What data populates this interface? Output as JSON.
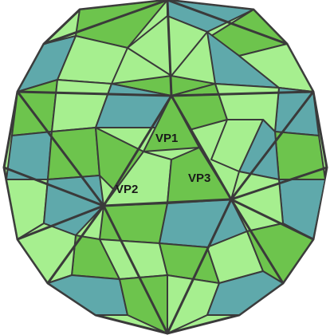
{
  "labels": {
    "vp1": "VP1",
    "vp2": "VP2",
    "vp3": "VP3"
  },
  "colors": {
    "light_green": "#a6ef8f",
    "mid_green": "#6dc44d",
    "teal": "#5fa9ab",
    "outline": "#3a3a3a",
    "background": "#ffffff"
  }
}
